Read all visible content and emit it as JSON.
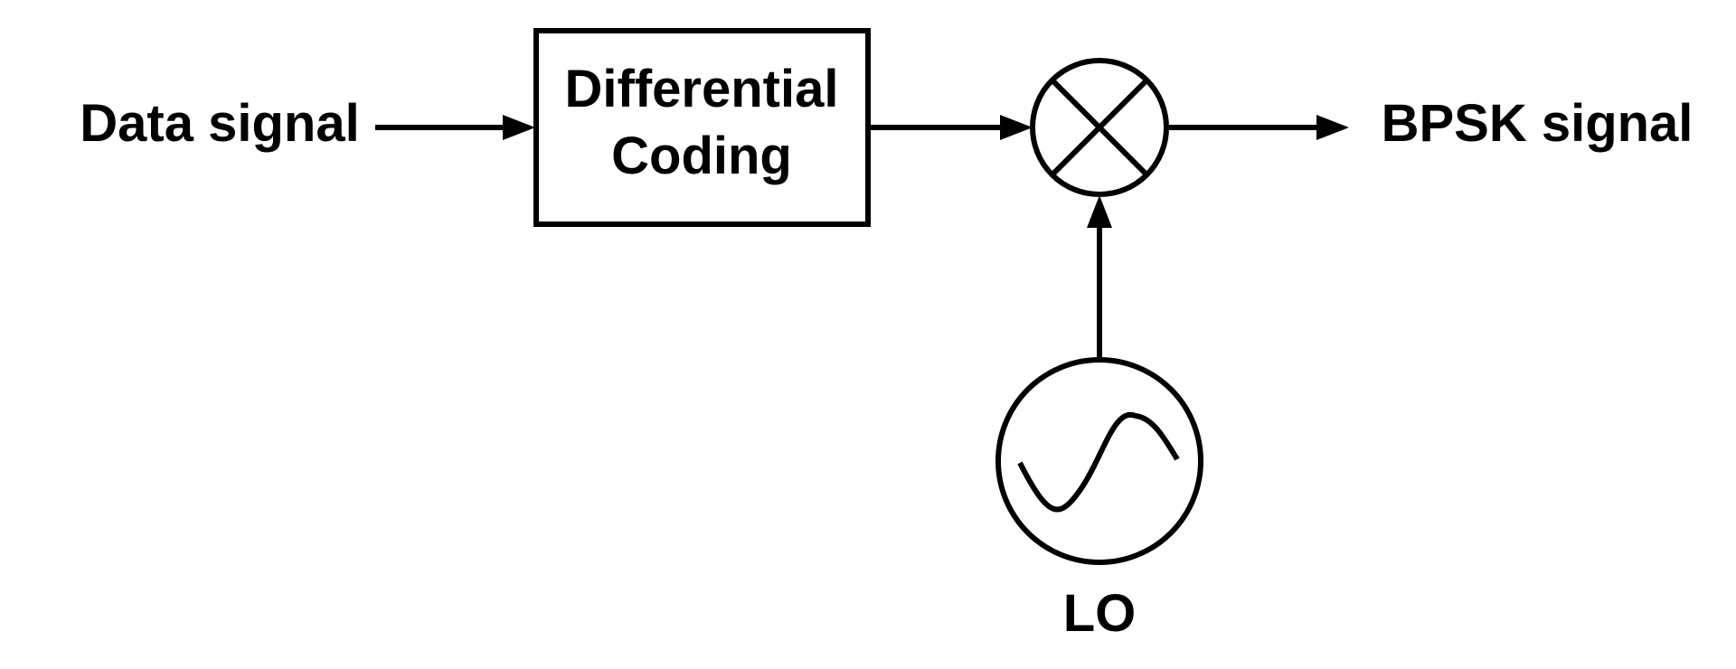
{
  "diagram": {
    "input_label": "Data signal",
    "block_line1": "Differential",
    "block_line2": "Coding",
    "output_label": "BPSK signal",
    "oscillator_label": "LO"
  },
  "colors": {
    "stroke": "#000000",
    "background": "#ffffff"
  },
  "icons": {
    "mixer": "mixer-icon",
    "oscillator": "oscillator-icon"
  }
}
